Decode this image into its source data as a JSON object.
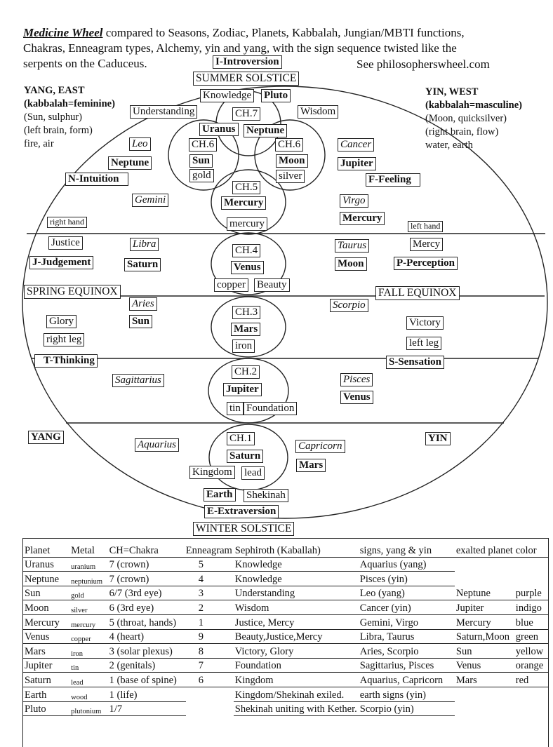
{
  "title": {
    "emphasis": "Medicine Wheel",
    "rest_line1": " compared to Seasons, Zodiac, Planets, Kabbalah, Jungian/MBTI functions,",
    "line2": "Chakras, Enneagram types, Alchemy, yin and yang, with the sign sequence twisted like the",
    "line3": "serpents on the Caduceus.",
    "website": "See philosopherswheel.com"
  },
  "left_corner": {
    "heading": "YANG, EAST",
    "sub": "(kabbalah=feminine)",
    "l1": "(Sun, sulphur)",
    "l2": "(left brain, form)",
    "l3": "fire, air"
  },
  "right_corner": {
    "heading": "YIN, WEST",
    "sub": "(kabbalah=masculine)",
    "l1": "(Moon, quicksilver)",
    "l2": "(right brain, flow)",
    "l3": "water, earth"
  },
  "wheel": {
    "i_introversion": "I-Introversion",
    "summer_solstice": "SUMMER SOLSTICE",
    "knowledge": "Knowledge",
    "pluto": "Pluto",
    "understanding": "Understanding",
    "wisdom": "Wisdom",
    "ch7": "CH.7",
    "uranus": "Uranus",
    "neptune_top": "Neptune",
    "ch6_left": "CH.6",
    "sun_ch6": "Sun",
    "gold": "gold",
    "ch6_right": "CH.6",
    "moon_ch6": "Moon",
    "silver": "silver",
    "leo": "Leo",
    "neptune_leo": "Neptune",
    "cancer": "Cancer",
    "jupiter_cancer": "Jupiter",
    "n_intuition": "N-Intuition",
    "f_feeling": "F-Feeling",
    "ch5": "CH.5",
    "mercury_ch5": "Mercury",
    "mercury_metal": "mercury",
    "gemini": "Gemini",
    "virgo": "Virgo",
    "mercury_virgo": "Mercury",
    "right_hand": "right hand",
    "left_hand": "left hand",
    "justice": "Justice",
    "libra": "Libra",
    "taurus": "Taurus",
    "mercy": "Mercy",
    "j_judgement": "J-Judgement",
    "saturn_libra": "Saturn",
    "ch4": "CH.4",
    "venus_ch4": "Venus",
    "moon_taurus": "Moon",
    "p_perception": "P-Perception",
    "copper": "copper",
    "beauty": "Beauty",
    "spring_equinox": "SPRING EQUINOX",
    "fall_equinox": "FALL EQUINOX",
    "aries": "Aries",
    "scorpio": "Scorpio",
    "ch3": "CH.3",
    "sun_aries": "Sun",
    "mars_ch3": "Mars",
    "iron": "iron",
    "glory": "Glory",
    "victory": "Victory",
    "right_leg": "right leg",
    "left_leg": "left leg",
    "t_thinking": "T-Thinking",
    "s_sensation": "S-Sensation",
    "ch2": "CH.2",
    "sagittarius": "Sagittarius",
    "pisces": "Pisces",
    "jupiter_ch2": "Jupiter",
    "venus_pisces": "Venus",
    "tin": "tin",
    "foundation": "Foundation",
    "yang": "YANG",
    "yin": "YIN",
    "ch1": "CH.1",
    "aquarius": "Aquarius",
    "capricorn": "Capricorn",
    "saturn_ch1": "Saturn",
    "mars_capricorn": "Mars",
    "kingdom": "Kingdom",
    "lead": "lead",
    "earth": "Earth",
    "shekinah": "Shekinah",
    "e_extraversion": "E-Extraversion",
    "winter_solstice": "WINTER SOLSTICE"
  },
  "legend": {
    "header": {
      "planet": "Planet",
      "metal": "Metal",
      "chakra": "CH=Chakra",
      "enneagram": "Enneagram",
      "sephiroth": "Sephiroth (Kaballah)",
      "signs": "signs, yang & yin",
      "exalted": "exalted planet",
      "color": "color"
    },
    "rows": [
      {
        "planet": "Uranus",
        "metal": "uranium",
        "chakra": "7 (crown)",
        "enneagram": "5",
        "sephiroth": "Knowledge",
        "signs": "Aquarius (yang)",
        "exalted": "",
        "color": ""
      },
      {
        "planet": "Neptune",
        "metal": "neptunium",
        "chakra": "7 (crown)",
        "enneagram": "4",
        "sephiroth": "Knowledge",
        "signs": "Pisces (yin)",
        "exalted": "",
        "color": ""
      },
      {
        "planet": "Sun",
        "metal": "gold",
        "chakra": "6/7 (3rd eye)",
        "enneagram": "3",
        "sephiroth": "Understanding",
        "signs": "Leo (yang)",
        "exalted": "Neptune",
        "color": "purple"
      },
      {
        "planet": "Moon",
        "metal": "silver",
        "chakra": "6 (3rd eye)",
        "enneagram": "2",
        "sephiroth": "Wisdom",
        "signs": "Cancer (yin)",
        "exalted": "Jupiter",
        "color": "indigo"
      },
      {
        "planet": "Mercury",
        "metal": "mercury",
        "chakra": "5 (throat, hands)",
        "enneagram": "1",
        "sephiroth": "Justice, Mercy",
        "signs": "Gemini, Virgo",
        "exalted": "Mercury",
        "color": "blue"
      },
      {
        "planet": "Venus",
        "metal": "copper",
        "chakra": "4 (heart)",
        "enneagram": "9",
        "sephiroth": "Beauty,Justice,Mercy",
        "signs": "Libra, Taurus",
        "exalted": "Saturn,Moon",
        "color": "green"
      },
      {
        "planet": "Mars",
        "metal": "iron",
        "chakra": "3 (solar plexus)",
        "enneagram": "8",
        "sephiroth": "Victory, Glory",
        "signs": "Aries, Scorpio",
        "exalted": "Sun",
        "color": "yellow"
      },
      {
        "planet": "Jupiter",
        "metal": "tin",
        "chakra": "2 (genitals)",
        "enneagram": "7",
        "sephiroth": "Foundation",
        "signs": "Sagittarius, Pisces",
        "exalted": "Venus",
        "color": "orange"
      },
      {
        "planet": "Saturn",
        "metal": "lead",
        "chakra": "1 (base of spine)",
        "enneagram": "6",
        "sephiroth": "Kingdom",
        "signs": "Aquarius, Capricorn",
        "exalted": "Mars",
        "color": "red"
      },
      {
        "planet": "Earth",
        "metal": "wood",
        "chakra": "1 (life)",
        "enneagram": "",
        "sephiroth": "Kingdom/Shekinah exiled.",
        "signs": "earth signs (yin)",
        "exalted": "",
        "color": ""
      },
      {
        "planet": "Pluto",
        "metal": "plutonium",
        "chakra": "1/7",
        "enneagram": "",
        "sephiroth": "Shekinah uniting with Kether.",
        "signs": "Scorpio (yin)",
        "exalted": "",
        "color": ""
      }
    ]
  }
}
